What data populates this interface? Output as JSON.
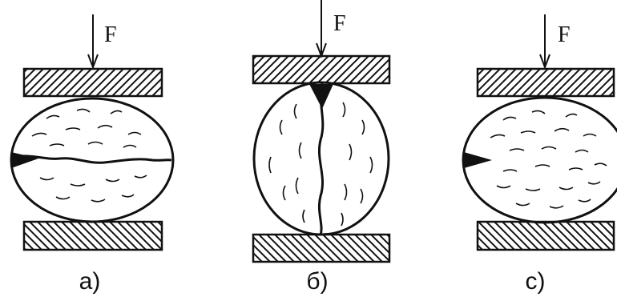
{
  "figure": {
    "force_symbol": "F",
    "panels": [
      {
        "id": "a",
        "caption": "a)",
        "crack": "horizontal",
        "plate_hatch": {
          "top": "up-right",
          "bottom": "down-right"
        }
      },
      {
        "id": "b",
        "caption": "б)",
        "crack": "vertical",
        "plate_hatch": {
          "top": "up-right",
          "bottom": "down-right"
        }
      },
      {
        "id": "c",
        "caption": "c)",
        "crack": "left-notch",
        "plate_hatch": {
          "top": "up-right",
          "bottom": "down-right"
        }
      }
    ]
  }
}
